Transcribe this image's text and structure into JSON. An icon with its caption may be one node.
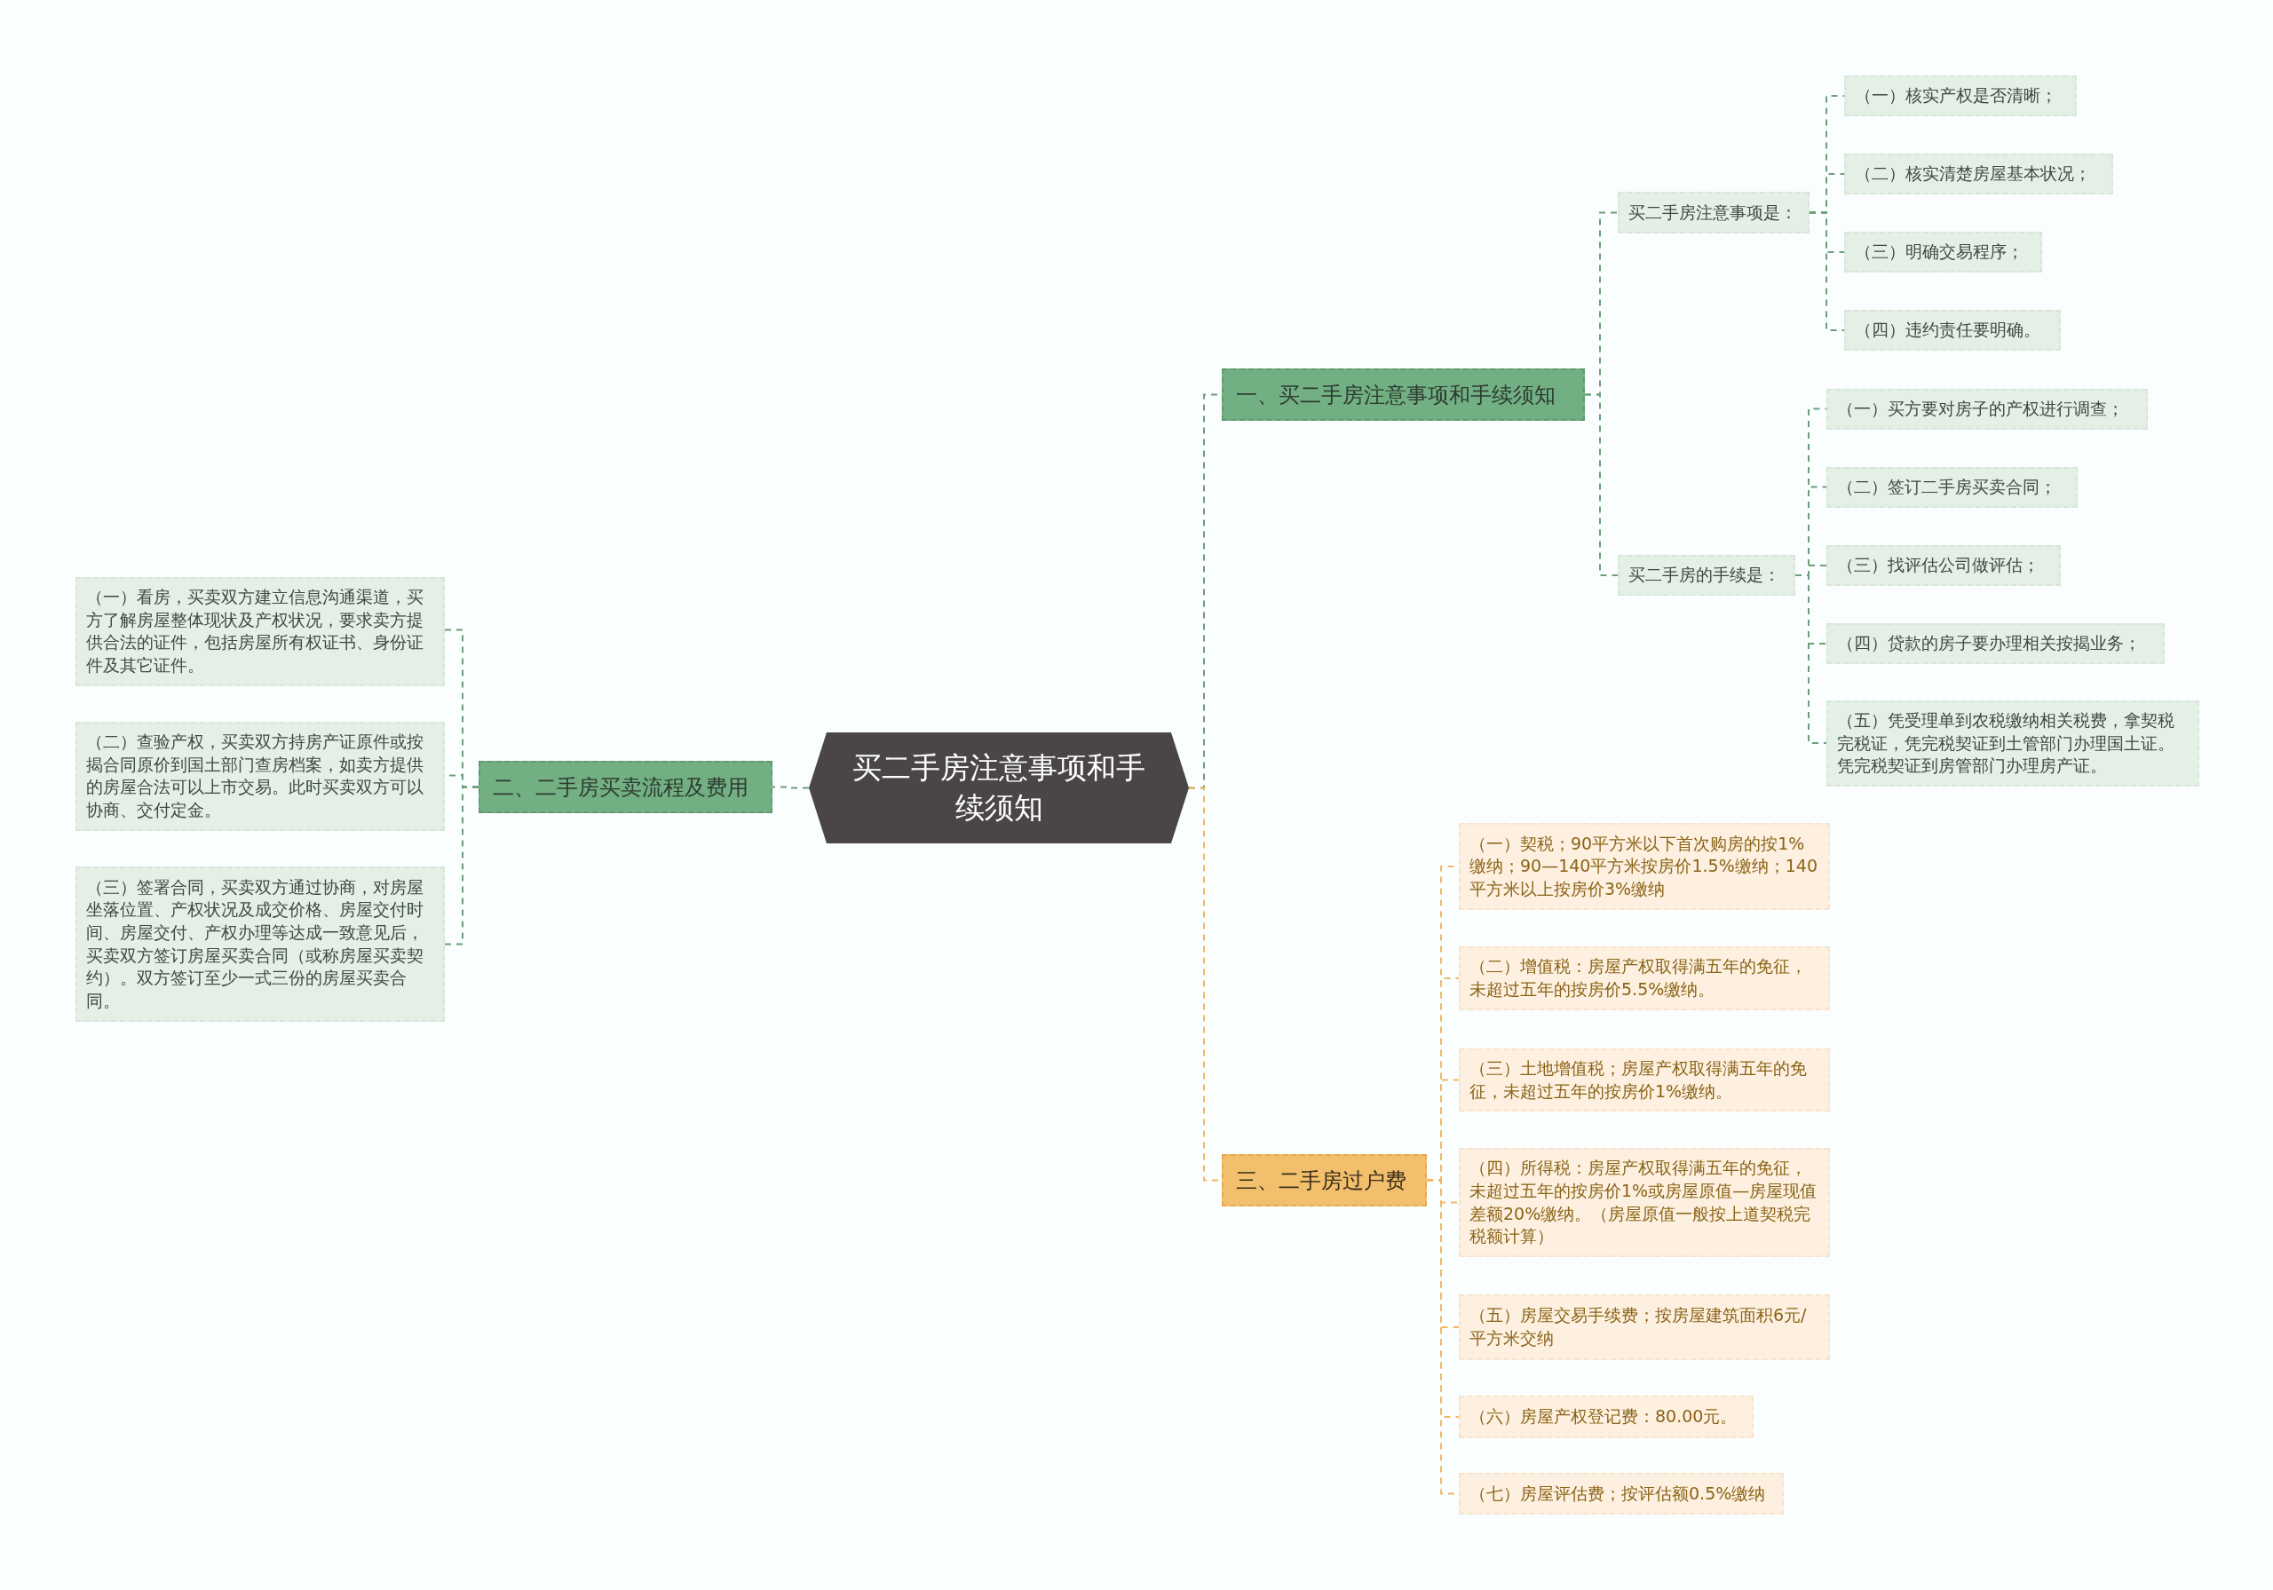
{
  "diagram": {
    "nodes": [
      {
        "text": [
          "买二手房注意事项和手续须知"
        ]
      },
      {
        "text": [
          "一、买二手房注意事项和手续须知"
        ]
      },
      {
        "text": [
          "买二手房注意事项是："
        ]
      },
      {
        "text": [
          "（一）核实产权是否清晰；"
        ]
      },
      {
        "text": [
          "（二）核实清楚房屋基本状况；"
        ]
      },
      {
        "text": [
          "（三）明确交易程序；"
        ]
      },
      {
        "text": [
          "（四）违约责任要明确。"
        ]
      },
      {
        "text": [
          "买二手房的手续是："
        ]
      },
      {
        "text": [
          "（一）买方要对房子的产权进行调查；"
        ]
      },
      {
        "text": [
          "（二）签订二手房买卖合同；"
        ]
      },
      {
        "text": [
          "（三）找评估公司做评估；"
        ]
      },
      {
        "text": [
          "（四）贷款的房子要办理相关按揭业务；"
        ]
      },
      {
        "text": [
          "（五）凭受理单到农税缴纳相关税费，拿契税完税证，凭完税契证到土管部门办理国土证。凭完税契证到房管部门办理房产证。"
        ]
      },
      {
        "text": [
          "二、二手房买卖流程及费用"
        ]
      },
      {
        "text": [
          "（一）看房，买卖双方建立信息沟通渠道，买方了解房屋整体现状及产权状况，要求卖方提供合法的证件，包括房屋所有权证书、身份证件及其它证件。"
        ]
      },
      {
        "text": [
          "（二）查验产权，买卖双方持房产证原件或按揭合同原价到国土部门查房档案，如卖方提供的房屋合法可以上市交易。此时买卖双方可以协商、交付定金。"
        ]
      },
      {
        "text": [
          "（三）签署合同，买卖双方通过协商，对房屋坐落位置、产权状况及成交价格、房屋交付时间、房屋交付、产权办理等达成一致意见后，买卖双方签订房屋买卖合同（或称房屋买卖契约）。双方签订至少一式三份的房屋买卖合同。"
        ]
      },
      {
        "text": [
          "三、二手房过户费"
        ]
      },
      {
        "text": [
          "（一）契税；90平方米以下首次购房的按1%缴纳；90—140平方米按房价1.5%缴纳；140平方米以上按房价3%缴纳"
        ]
      },
      {
        "text": [
          "（二）增值税：房屋产权取得满五年的免征，未超过五年的按房价5.5%缴纳。"
        ]
      },
      {
        "text": [
          "（三）土地增值税；房屋产权取得满五年的免征，未超过五年的按房价1%缴纳。"
        ]
      },
      {
        "text": [
          "（四）所得税：房屋产权取得满五年的免征，未超过五年的按房价1%或房屋原值—房屋现值差额20%缴纳。（房屋原值一般按上道契税完税额计算）"
        ]
      },
      {
        "text": [
          "（五）房屋交易手续费；按房屋建筑面积6元/平方米交纳"
        ]
      },
      {
        "text": [
          "（六）房屋产权登记费：80.00元。"
        ]
      },
      {
        "text": [
          "（七）房屋评估费；按评估额0.5%缴纳"
        ]
      }
    ],
    "edges": [
      {
        "from": 0,
        "to": 1,
        "arrow": "none"
      },
      {
        "from": 1,
        "to": 2,
        "arrow": "none"
      },
      {
        "from": 2,
        "to": 3,
        "arrow": "none"
      },
      {
        "from": 2,
        "to": 4,
        "arrow": "none"
      },
      {
        "from": 2,
        "to": 5,
        "arrow": "none"
      },
      {
        "from": 2,
        "to": 6,
        "arrow": "none"
      },
      {
        "from": 1,
        "to": 7,
        "arrow": "none"
      },
      {
        "from": 7,
        "to": 8,
        "arrow": "none"
      },
      {
        "from": 7,
        "to": 9,
        "arrow": "none"
      },
      {
        "from": 7,
        "to": 10,
        "arrow": "none"
      },
      {
        "from": 7,
        "to": 11,
        "arrow": "none"
      },
      {
        "from": 7,
        "to": 12,
        "arrow": "none"
      },
      {
        "from": 0,
        "to": 13,
        "arrow": "none"
      },
      {
        "from": 13,
        "to": 14,
        "arrow": "none"
      },
      {
        "from": 13,
        "to": 15,
        "arrow": "none"
      },
      {
        "from": 13,
        "to": 16,
        "arrow": "none"
      },
      {
        "from": 0,
        "to": 17,
        "arrow": "none",
        "color": "#f0b860"
      },
      {
        "from": 17,
        "to": 18,
        "arrow": "none",
        "color": "#f0b860"
      },
      {
        "from": 17,
        "to": 19,
        "arrow": "none",
        "color": "#f0b860"
      },
      {
        "from": 17,
        "to": 20,
        "arrow": "none",
        "color": "#f0b860"
      },
      {
        "from": 17,
        "to": 21,
        "arrow": "none",
        "color": "#f0b860"
      },
      {
        "from": 17,
        "to": 22,
        "arrow": "none",
        "color": "#f0b860"
      },
      {
        "from": 17,
        "to": 23,
        "arrow": "none",
        "color": "#f0b860"
      },
      {
        "from": 17,
        "to": 24,
        "arrow": "none",
        "color": "#f0b860"
      }
    ]
  }
}
